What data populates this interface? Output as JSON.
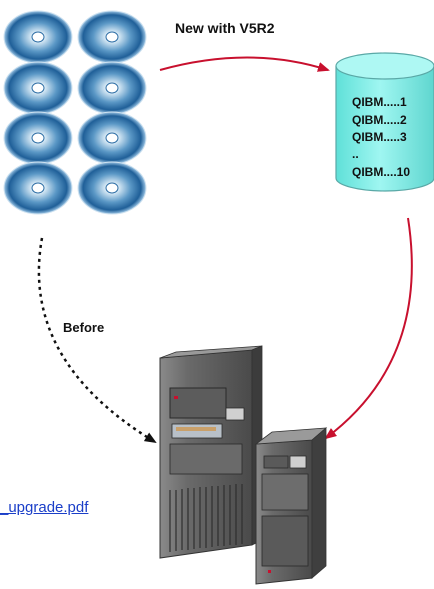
{
  "labels": {
    "new_with": "New with V5R2",
    "before": "Before"
  },
  "libraries": [
    "QIBM.....1",
    "QIBM.....2",
    "QIBM.....3",
    "..",
    "QIBM....10"
  ],
  "link": {
    "text": "_upgrade.pdf"
  },
  "colors": {
    "red_arrow": "#c8102e",
    "dashed_arrow": "#111111",
    "cylinder_body": "#7ff0ea",
    "cylinder_top": "#aef8f3",
    "cylinder_stroke": "#5aa8a6",
    "disc": "#2f6fa6",
    "link": "#1a3ec8"
  },
  "icons": [
    "cd-disc-icon",
    "database-cylinder-icon",
    "server-tower-icon"
  ]
}
